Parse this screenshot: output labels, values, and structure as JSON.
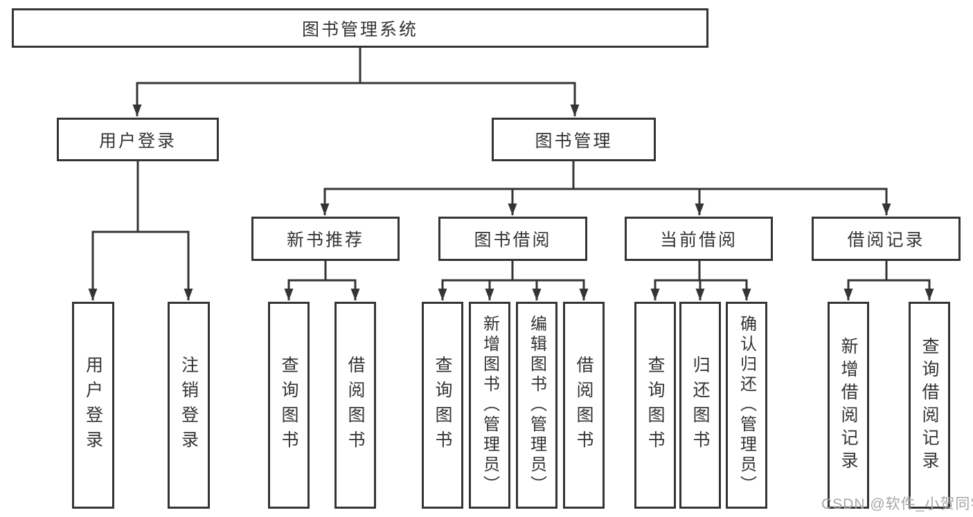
{
  "tree": {
    "root": {
      "label": "图书管理系统"
    },
    "branches": [
      {
        "label": "用户登录",
        "children": [
          {
            "label": "用户登录"
          },
          {
            "label": "注销登录"
          }
        ]
      },
      {
        "label": "图书管理",
        "children": [
          {
            "label": "新书推荐",
            "children": [
              {
                "label": "查询图书"
              },
              {
                "label": "借阅图书"
              }
            ]
          },
          {
            "label": "图书借阅",
            "children": [
              {
                "label": "查询图书"
              },
              {
                "label": "新增图书（管理员）"
              },
              {
                "label": "编辑图书（管理员）"
              },
              {
                "label": "借阅图书"
              }
            ]
          },
          {
            "label": "当前借阅",
            "children": [
              {
                "label": "查询图书"
              },
              {
                "label": "归还图书"
              },
              {
                "label": "确认归还（管理员）"
              }
            ]
          },
          {
            "label": "借阅记录",
            "children": [
              {
                "label": "新增借阅记录"
              },
              {
                "label": "查询借阅记录"
              }
            ]
          }
        ]
      }
    ]
  },
  "watermark": {
    "text": "CSDN @软件_小贺同学"
  },
  "colors": {
    "line": "#343434",
    "text": "#333333",
    "box_fill": "#ffffff",
    "background": "#ffffff",
    "watermark": "#a6a6a6"
  }
}
